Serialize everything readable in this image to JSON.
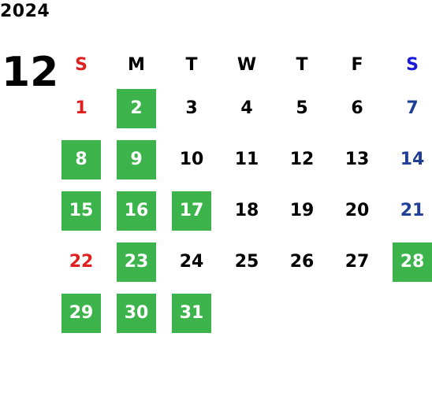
{
  "year": "2024",
  "month": "12",
  "colors": {
    "sunday": "#e02020",
    "saturday": "#1f3f96",
    "saturday_header": "#1a1adc",
    "weekday": "#000000",
    "highlight_bg": "#3cb44b",
    "highlight_text": "#ffffff"
  },
  "weekdays": [
    "S",
    "M",
    "T",
    "W",
    "T",
    "F",
    "S"
  ],
  "weeks": [
    [
      {
        "day": "1",
        "hl": false
      },
      {
        "day": "2",
        "hl": true
      },
      {
        "day": "3",
        "hl": false
      },
      {
        "day": "4",
        "hl": false
      },
      {
        "day": "5",
        "hl": false
      },
      {
        "day": "6",
        "hl": false
      },
      {
        "day": "7",
        "hl": false
      }
    ],
    [
      {
        "day": "8",
        "hl": true
      },
      {
        "day": "9",
        "hl": true
      },
      {
        "day": "10",
        "hl": false
      },
      {
        "day": "11",
        "hl": false
      },
      {
        "day": "12",
        "hl": false
      },
      {
        "day": "13",
        "hl": false
      },
      {
        "day": "14",
        "hl": false
      }
    ],
    [
      {
        "day": "15",
        "hl": true
      },
      {
        "day": "16",
        "hl": true
      },
      {
        "day": "17",
        "hl": true
      },
      {
        "day": "18",
        "hl": false
      },
      {
        "day": "19",
        "hl": false
      },
      {
        "day": "20",
        "hl": false
      },
      {
        "day": "21",
        "hl": false
      }
    ],
    [
      {
        "day": "22",
        "hl": false
      },
      {
        "day": "23",
        "hl": true
      },
      {
        "day": "24",
        "hl": false
      },
      {
        "day": "25",
        "hl": false
      },
      {
        "day": "26",
        "hl": false
      },
      {
        "day": "27",
        "hl": false
      },
      {
        "day": "28",
        "hl": true
      }
    ],
    [
      {
        "day": "29",
        "hl": true
      },
      {
        "day": "30",
        "hl": true
      },
      {
        "day": "31",
        "hl": true
      },
      {
        "day": "",
        "hl": false
      },
      {
        "day": "",
        "hl": false
      },
      {
        "day": "",
        "hl": false
      },
      {
        "day": "",
        "hl": false
      }
    ]
  ]
}
